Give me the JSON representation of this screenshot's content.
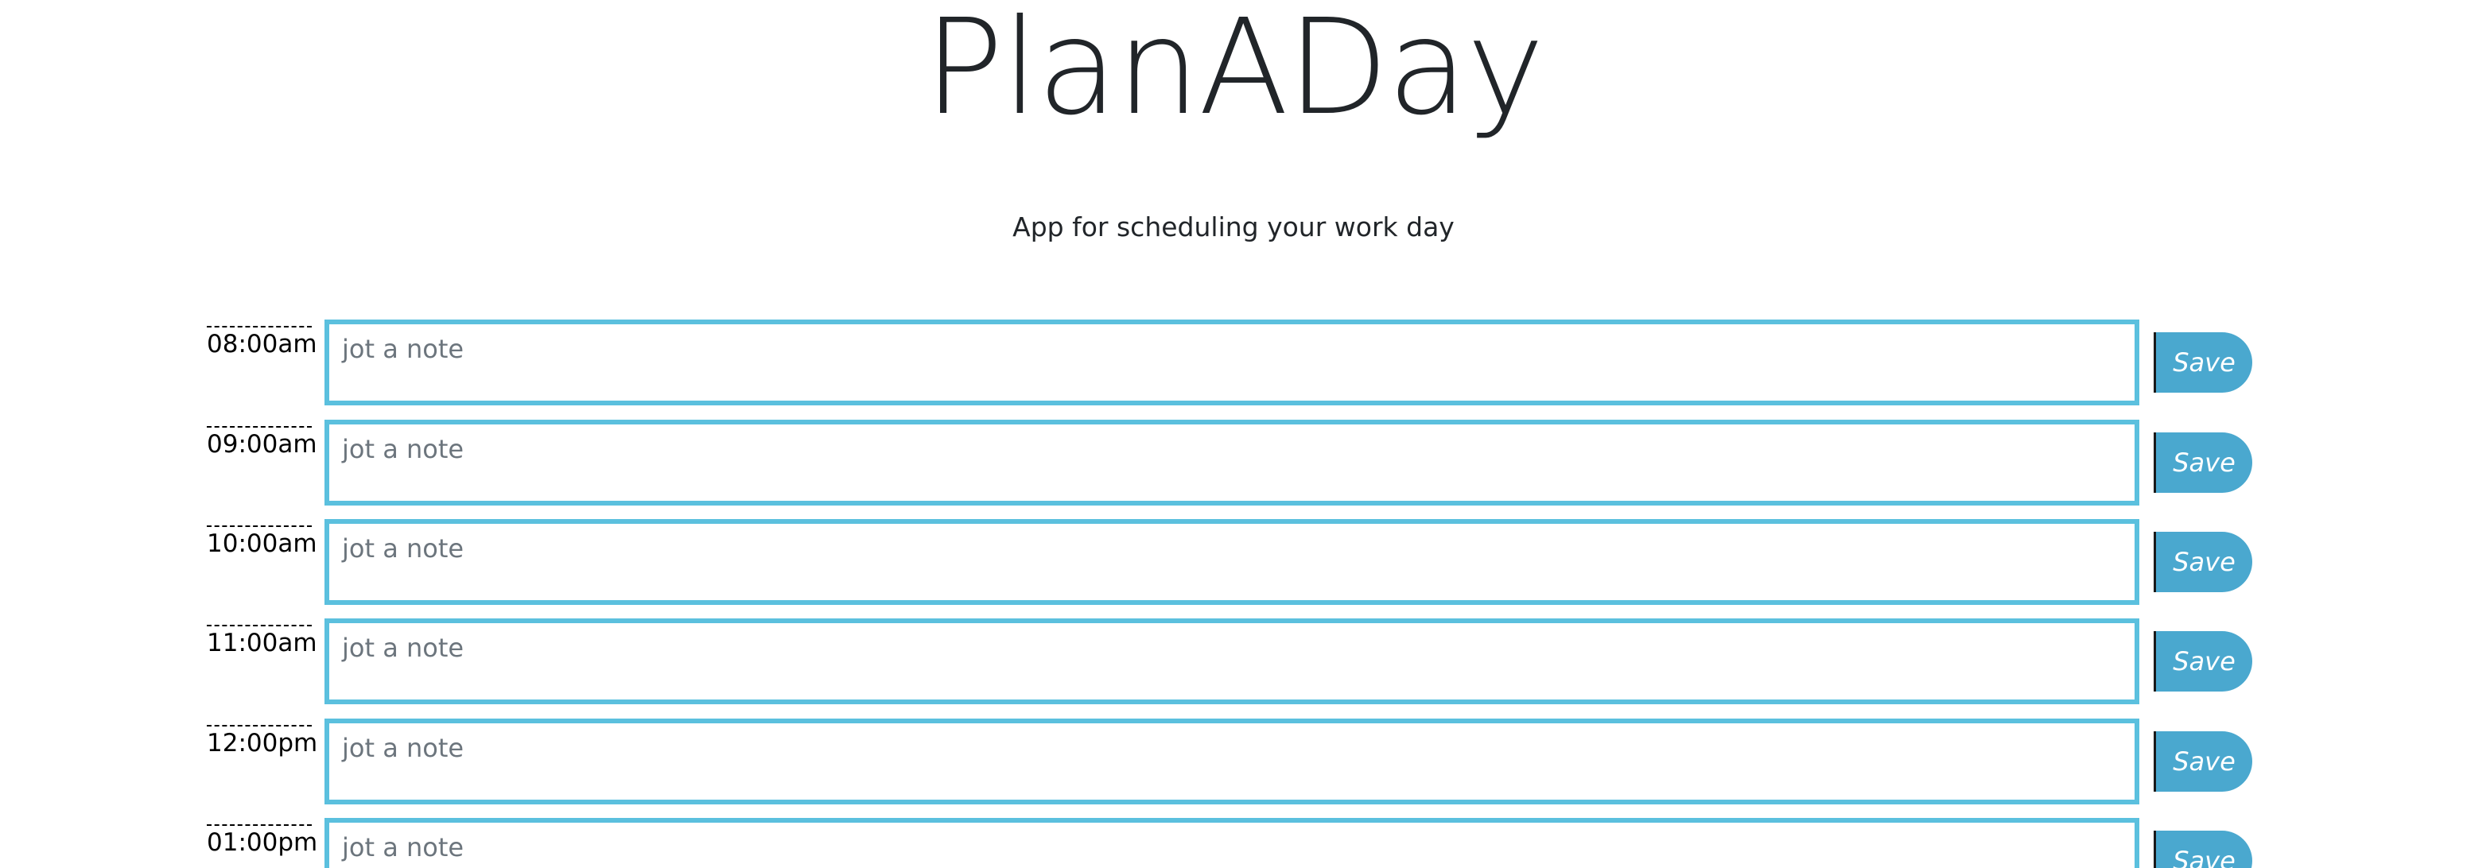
{
  "header": {
    "title": "PlanADay",
    "subtitle": "App for scheduling your work day"
  },
  "schedule": {
    "save_label": "Save",
    "note_placeholder": "jot a note",
    "rows": [
      {
        "hour": "08:00am",
        "note": ""
      },
      {
        "hour": "09:00am",
        "note": ""
      },
      {
        "hour": "10:00am",
        "note": ""
      },
      {
        "hour": "11:00am",
        "note": ""
      },
      {
        "hour": "12:00pm",
        "note": ""
      },
      {
        "hour": "01:00pm",
        "note": ""
      }
    ]
  },
  "colors": {
    "row_border": "#5bc0de",
    "save_button": "#4aa8cf",
    "title_text": "#212529"
  }
}
